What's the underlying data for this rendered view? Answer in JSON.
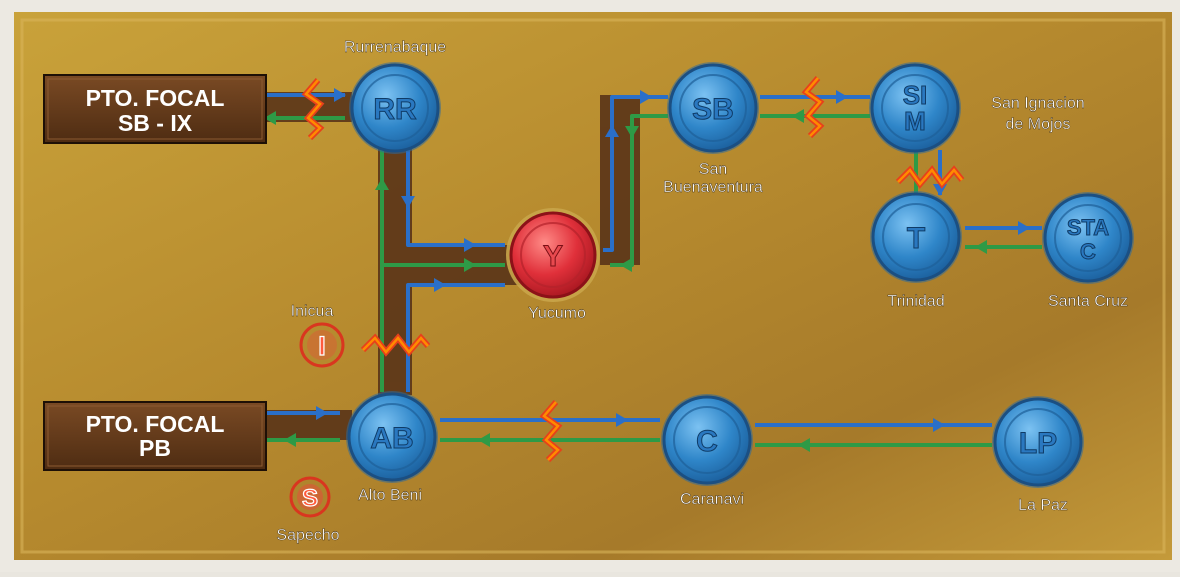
{
  "colors": {
    "node_blue": "#2f86c9",
    "node_red": "#e0303a",
    "line_blue": "#2a6fc9",
    "line_green": "#2e9a46",
    "break_orange": "#ff6a00",
    "focal_box": "#6b3f1f",
    "map_bg": "#b58a2d",
    "route_band": "#5a3418"
  },
  "focal_points": [
    {
      "id": "sbix",
      "line1": "PTO. FOCAL",
      "line2": "SB - IX"
    },
    {
      "id": "pb",
      "line1": "PTO. FOCAL",
      "line2": "PB"
    }
  ],
  "nodes": [
    {
      "id": "RR",
      "abbr": "RR",
      "name": "Rurrenabaque",
      "color": "blue"
    },
    {
      "id": "SB",
      "abbr": "SB",
      "name_lines": [
        "San",
        "Buenaventura"
      ],
      "color": "blue"
    },
    {
      "id": "SIM",
      "abbr_lines": [
        "SI",
        "M"
      ],
      "name_lines": [
        "San Ignacion",
        "de Mojos"
      ],
      "color": "blue"
    },
    {
      "id": "Y",
      "abbr": "Y",
      "name": "Yucumo",
      "color": "red"
    },
    {
      "id": "T",
      "abbr": "T",
      "name": "Trinidad",
      "color": "blue"
    },
    {
      "id": "STAC",
      "abbr_lines": [
        "STA",
        "C"
      ],
      "name": "Santa Cruz",
      "color": "blue"
    },
    {
      "id": "AB",
      "abbr": "AB",
      "name": "Alto Beni",
      "color": "blue"
    },
    {
      "id": "C",
      "abbr": "C",
      "name": "Caranavi",
      "color": "blue"
    },
    {
      "id": "LP",
      "abbr": "LP",
      "name": "La Paz",
      "color": "blue"
    }
  ],
  "markers": [
    {
      "id": "I",
      "letter": "I",
      "name": "Inicua"
    },
    {
      "id": "S",
      "letter": "S",
      "name": "Sapecho"
    }
  ]
}
